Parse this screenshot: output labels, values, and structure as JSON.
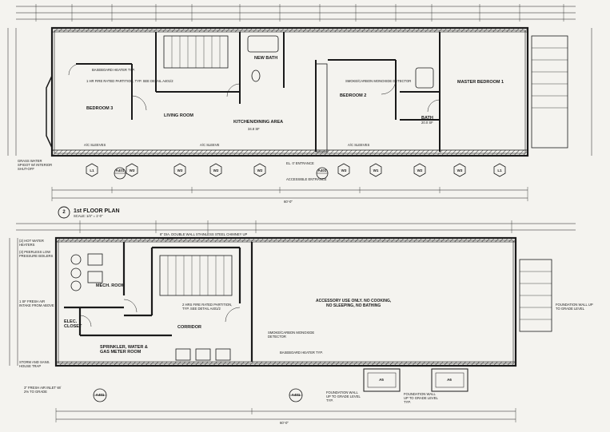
{
  "upper_plan": {
    "title_number": "2",
    "title": "1st FLOOR PLAN",
    "scale": "SCALE: 1/4\" = 1'-0\"",
    "rooms": {
      "bedroom3": "BEDROOM 3",
      "living_room": "LIVING ROOM",
      "kitchen_dining": "KITCHEN/DINING AREA",
      "kitchen_area": "34.8 SF",
      "bath": "NEW BATH",
      "bedroom2": "BEDROOM 2",
      "master_bedroom": "MASTER BEDROOM 1",
      "bath2": "BATH",
      "bath2_area": "20.0 SF"
    },
    "notes": {
      "firerated": "1 HR FIRE RATED PARTITION, TYP. SEE DETAIL A401/2",
      "baseboard": "BASEBOARD HEATER TYP.",
      "smoke": "SMOKE/CARBON MONOXIDE DETECTOR",
      "ac_sleeve_1": "A/C SLEEVES",
      "ac_sleeve_2": "A/C SLEEVE",
      "ac_sleeve_3": "A/C SLEEVES",
      "hose": "GRASS WATER SPIGOT W/ INTERIOR SHUT-OFF",
      "entrance": "EL. 0' ENTRANCE",
      "accessible": "ACCESSIBLE ENTRANCE"
    },
    "overall_dim": "60'-0\""
  },
  "lower_plan": {
    "rooms": {
      "mech": "MECH. ROOM",
      "elec": "ELEC. CLOSET",
      "sprinkler": "SPRINKLER, WATER & GAS METER ROOM",
      "corridor": "CORRIDOR"
    },
    "notes": {
      "accessory": [
        "ACCESSORY USE ONLY. NO COOKING,",
        "NO SLEEPING, NO BATHING"
      ],
      "heaters": "(2) HOT WATER HEATERS",
      "boilers": "(3) PEERLESS LOW PRESSURE BOILERS",
      "chimney": "8\" DIA. DOUBLE WALL STAINLESS STEEL CHIMNEY UP TO ROOF",
      "firerated": "2 HRS FIRE RATED PARTITION, TYP. SEE DETAIL A401/2",
      "fresh_air": "1 SF FRESH AIR INTAKE FROM ABOVE",
      "storm": "STORM AND SANS. HOUSE TRAP",
      "fresh_air2": "3\" FRESH AIR INLET W/ 2% TO GRADE",
      "smoke": "SMOKE/CARBON MONOXIDE DETECTOR",
      "baseboard": "BASEBOARD HEATER TYP.",
      "foundation1": "FOUNDATION WALL UP TO GRADE LEVEL TYP.",
      "foundation2": "FOUNDATION WALL UP TO GRADE LEVEL TYP.",
      "foundation3": "FOUNDATION WALL UP TO GRADE LEVEL"
    },
    "overall_dim": "60'-0\""
  },
  "tags": {
    "a401": "A401",
    "l1": "L1",
    "w3": "W3",
    "w2": "W2",
    "w1": "W1",
    "a5": "A5",
    "a6": "A6"
  }
}
